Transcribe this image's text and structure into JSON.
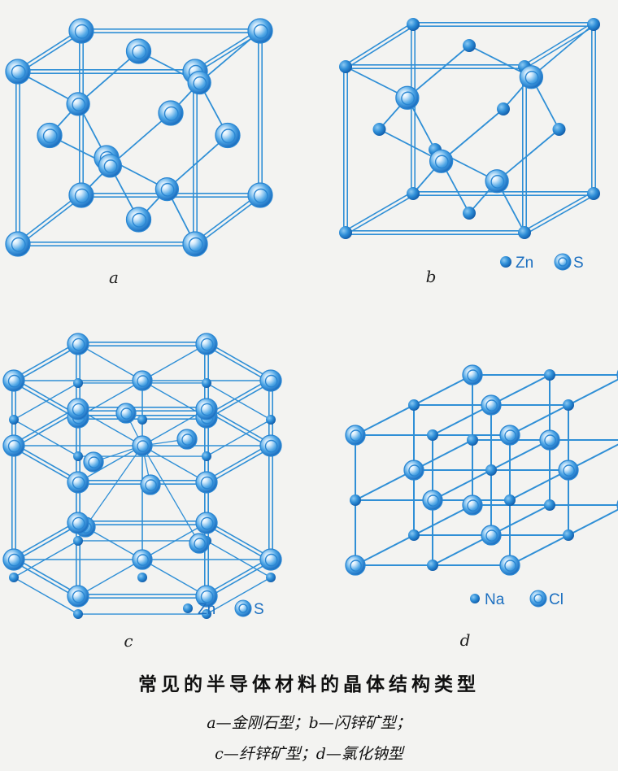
{
  "panels": {
    "a": {
      "label": "a"
    },
    "b": {
      "label": "b",
      "legend": [
        {
          "symbol": "Zn"
        },
        {
          "symbol": "S"
        }
      ]
    },
    "c": {
      "label": "c",
      "legend": [
        {
          "symbol": "Zn"
        },
        {
          "symbol": "S"
        }
      ]
    },
    "d": {
      "label": "d",
      "legend": [
        {
          "symbol": "Na"
        },
        {
          "symbol": "Cl"
        }
      ]
    }
  },
  "caption": {
    "title": "常见的半导体材料的晶体结构类型",
    "line1": "a—金刚石型；b—闪锌矿型；",
    "line2": "c—纤锌矿型；d—氯化钠型"
  },
  "colors": {
    "ink": "#2f8fd6",
    "atom": "#3a97dc",
    "atom_dark": "#1565b8",
    "background": "#f3f3f1"
  }
}
